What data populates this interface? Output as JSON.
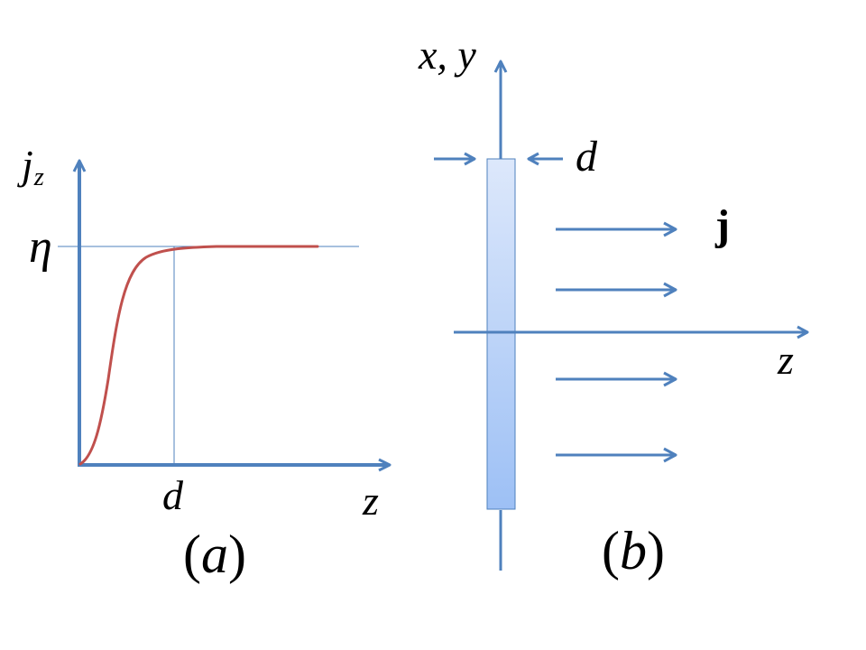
{
  "colors": {
    "axis": "#4F81BD",
    "curve": "#C0504D",
    "slab_top": "#DCE8FB",
    "slab_bottom": "#9EC1F5",
    "slab_border": "#4F81BD",
    "text": "#000000"
  },
  "panel_a": {
    "y_axis_label": "j",
    "y_axis_subscript": "z",
    "y_level_label": "η",
    "x_tick_label": "d",
    "x_axis_label": "z",
    "caption_open": "(",
    "caption_letter": "a",
    "caption_close": ")"
  },
  "panel_b": {
    "vertical_axis_label": "x, y",
    "thickness_label": "d",
    "current_label": "j",
    "horizontal_axis_label": "z",
    "caption_open": "(",
    "caption_letter": "b",
    "caption_close": ")",
    "current_arrow_count": 4
  },
  "chart_data": {
    "type": "line",
    "title": "",
    "xlabel": "z",
    "ylabel": "j_z",
    "x_ticks": [
      "d"
    ],
    "y_ticks": [
      "η"
    ],
    "description": "Sigmoid-like current density rising from 0 at z=0 and saturating at η for z ≳ d",
    "series": [
      {
        "name": "j_z(z)",
        "x": [
          0,
          0.1,
          0.2,
          0.3,
          0.4,
          0.5,
          0.6,
          0.7,
          0.8,
          0.9,
          1.0,
          1.5,
          2.0,
          2.5
        ],
        "values": [
          0,
          0.05,
          0.18,
          0.38,
          0.6,
          0.78,
          0.9,
          0.95,
          0.97,
          0.985,
          0.99,
          1.0,
          1.0,
          1.0
        ]
      }
    ],
    "reference_lines": [
      {
        "orientation": "horizontal",
        "value": "η"
      },
      {
        "orientation": "vertical",
        "value": "d"
      }
    ],
    "grid": false
  }
}
